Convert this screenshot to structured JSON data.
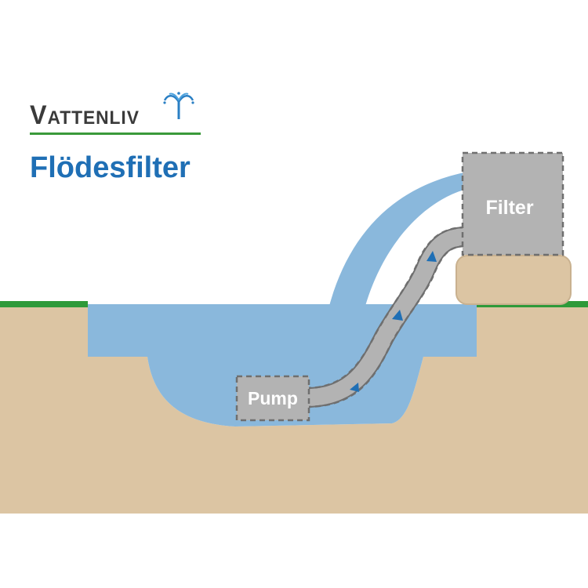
{
  "brand": {
    "name": "Vattenliv",
    "accent_color": "#3a9a3a",
    "icon": "fountain-icon"
  },
  "title": "Flödesfilter",
  "labels": {
    "pump": "Pump",
    "filter": "Filter"
  },
  "colors": {
    "water": "#8ab8dc",
    "ground": "#dcc5a3",
    "grass": "#2e9a3a",
    "equipment": "#b3b3b3",
    "equipment_border": "#6f6f6f",
    "flow_arrow": "#1f6fb5",
    "title": "#1f6fb5"
  }
}
